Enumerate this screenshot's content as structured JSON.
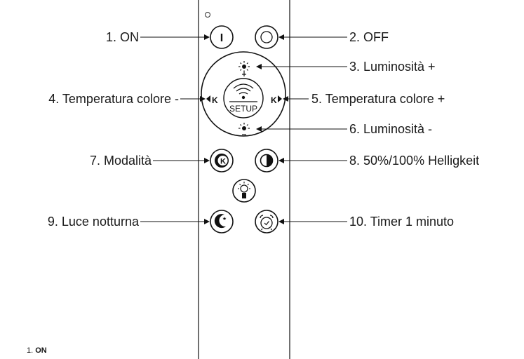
{
  "labels": {
    "on": "1. ON",
    "off": "2. OFF",
    "brightness_up": "3. Luminosità +",
    "color_temp_down": "4. Temperatura colore -",
    "color_temp_up": "5. Temperatura colore +",
    "brightness_down": "6. Luminosità -",
    "mode": "7. Modalità",
    "half_full": "8. 50%/100% Helligkeit",
    "night_light": "9. Luce notturna",
    "timer": "10. Timer 1 minuto"
  },
  "remote": {
    "on_symbol": "I",
    "setup_label": "SETUP",
    "k_left": "K",
    "k_right": "K",
    "mode_letter": "K"
  },
  "caption": {
    "number": "1.",
    "text": "ON"
  }
}
